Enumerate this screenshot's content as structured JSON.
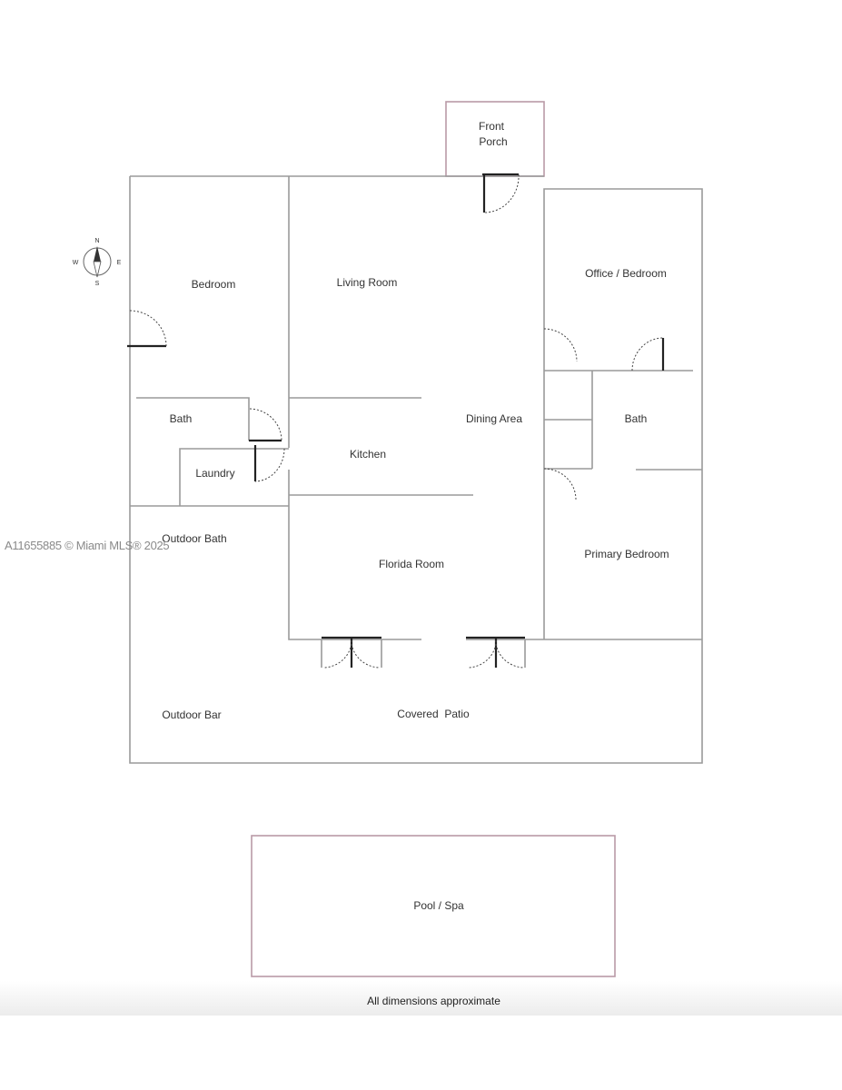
{
  "plan": {
    "rooms": {
      "front_porch_line1": "Front",
      "front_porch_line2": "Porch",
      "bedroom": "Bedroom",
      "living_room": "Living Room",
      "office_bedroom": "Office / Bedroom",
      "bath_left": "Bath",
      "dining_area": "Dining Area",
      "bath_right": "Bath",
      "kitchen": "Kitchen",
      "laundry": "Laundry",
      "outdoor_bath": "Outdoor Bath",
      "florida_room": "Florida Room",
      "primary_bedroom": "Primary Bedroom",
      "outdoor_bar": "Outdoor Bar",
      "covered_patio": "Covered  Patio",
      "pool_spa": "Pool / Spa"
    },
    "compass": {
      "n": "N",
      "s": "S",
      "e": "E",
      "w": "W"
    },
    "footer": "All dimensions approximate",
    "watermark": "A11655885 © Miami MLS® 2025"
  }
}
